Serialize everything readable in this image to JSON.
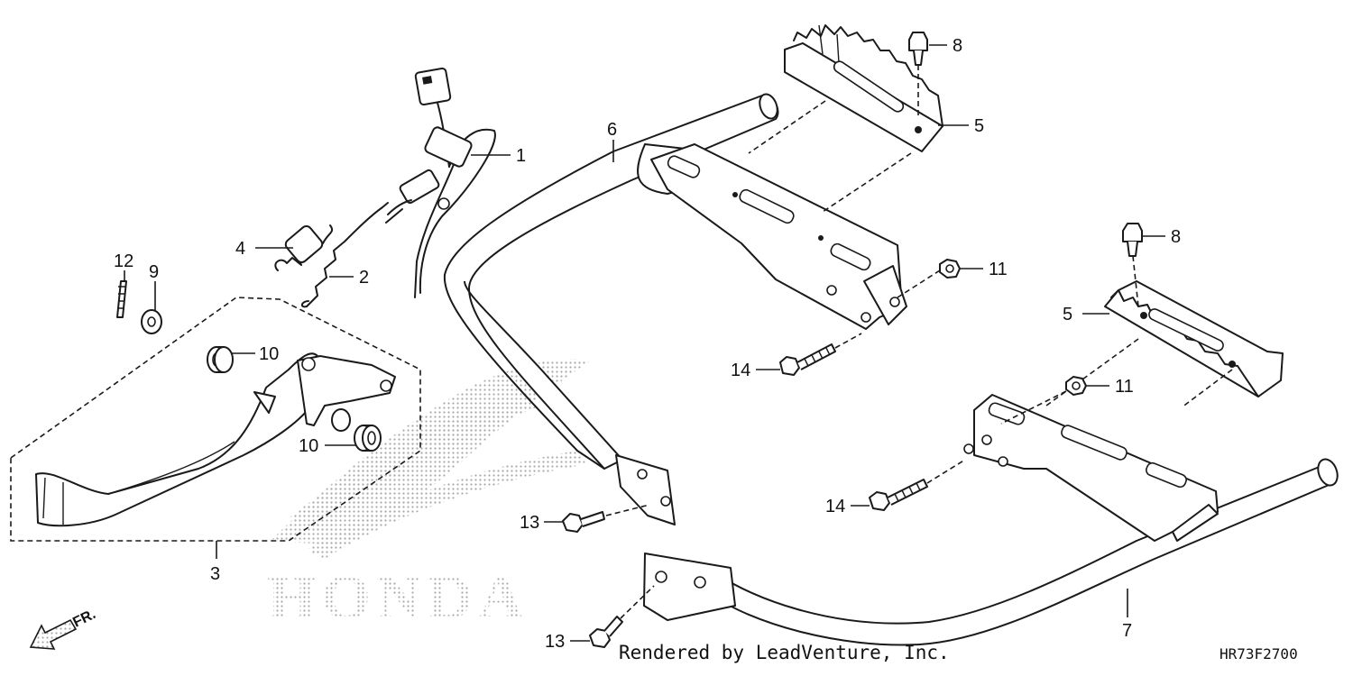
{
  "watermark": {
    "text": "HONDA"
  },
  "front_marker": {
    "label": "FR."
  },
  "callouts": [
    {
      "id": "1",
      "text": "1"
    },
    {
      "id": "2",
      "text": "2"
    },
    {
      "id": "3",
      "text": "3"
    },
    {
      "id": "4",
      "text": "4"
    },
    {
      "id": "5a",
      "text": "5"
    },
    {
      "id": "5b",
      "text": "5"
    },
    {
      "id": "6",
      "text": "6"
    },
    {
      "id": "7",
      "text": "7"
    },
    {
      "id": "8a",
      "text": "8"
    },
    {
      "id": "8b",
      "text": "8"
    },
    {
      "id": "9",
      "text": "9"
    },
    {
      "id": "10a",
      "text": "10"
    },
    {
      "id": "10b",
      "text": "10"
    },
    {
      "id": "11a",
      "text": "11"
    },
    {
      "id": "11b",
      "text": "11"
    },
    {
      "id": "12",
      "text": "12"
    },
    {
      "id": "13a",
      "text": "13"
    },
    {
      "id": "13b",
      "text": "13"
    },
    {
      "id": "14a",
      "text": "14"
    },
    {
      "id": "14b",
      "text": "14"
    }
  ],
  "footer": {
    "credit": "Rendered by LeadVenture, Inc.",
    "diagram_code": "HR73F2700"
  }
}
